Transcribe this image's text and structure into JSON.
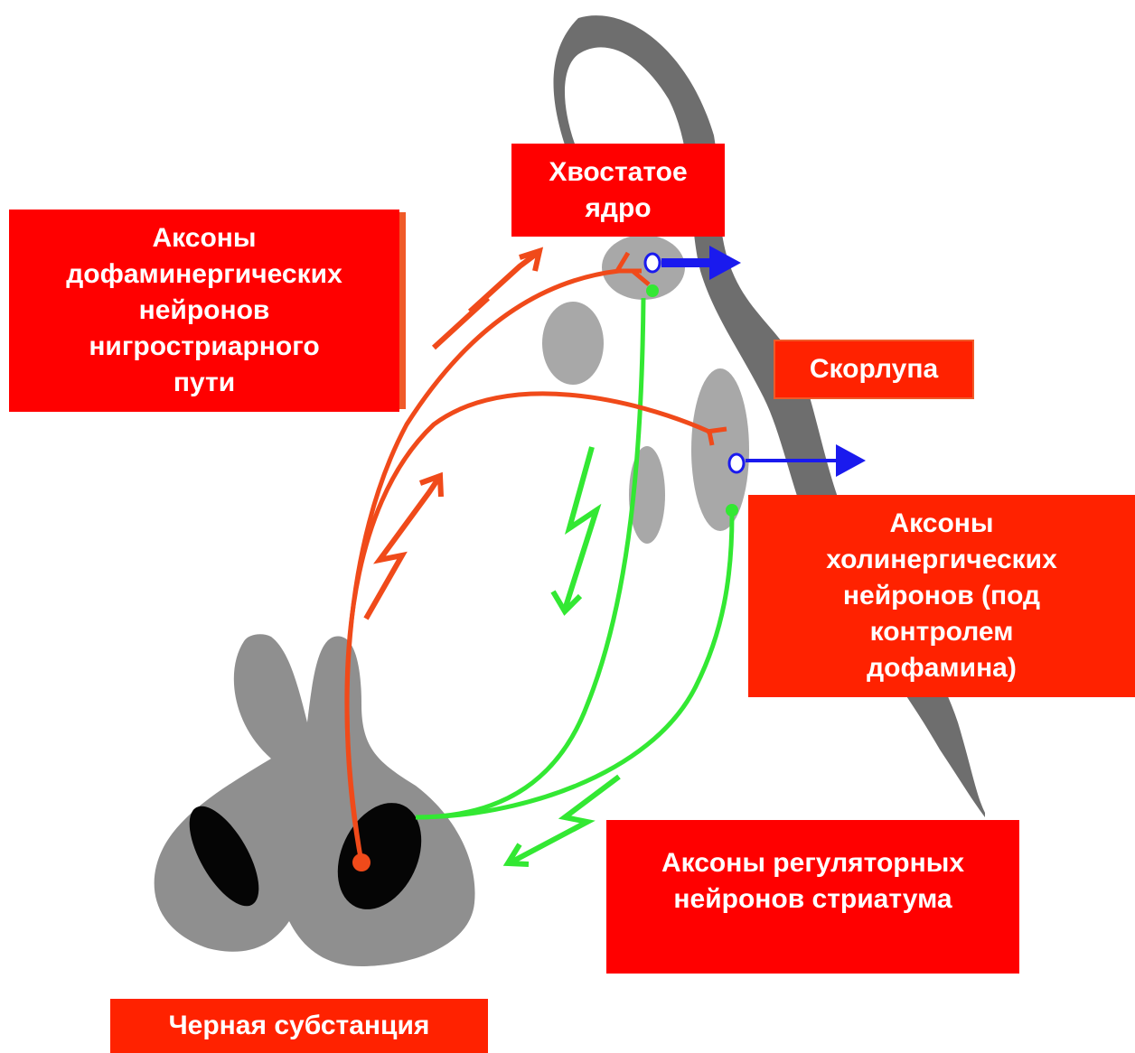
{
  "colors": {
    "label_red": "#ff0000",
    "label_orange_red": "#ff2200",
    "label_edge": "#f05a28",
    "dopamine_axon": "#f04a1a",
    "cholinergic_axon": "#33e833",
    "blue_arrow": "#1a1aee",
    "brain_outline": "#6e6e6e",
    "nucleus_gray": "#a8a8a8",
    "substantia_gray": "#8f8f8f",
    "substantia_core": "#050505"
  },
  "icons": {
    "dopamine_signal": "zigzag-arrow-icon",
    "regulatory_signal": "zigzag-arrow-icon",
    "output": "arrow-right-icon"
  },
  "labels": {
    "caudate_nucleus": "Хвостатое\nядро",
    "dopaminergic_axons": "Аксоны\nдофаминергических\nнейронов\nнигростриарного\nпути",
    "putamen": "Скорлупа",
    "cholinergic_axons": "Аксоны\nхолинергических\nнейронов (под\nконтролем\nдофамина)",
    "regulatory_axons": "Аксоны регуляторных\nнейронов стриатума",
    "substantia_nigra": "Черная субстанция"
  }
}
